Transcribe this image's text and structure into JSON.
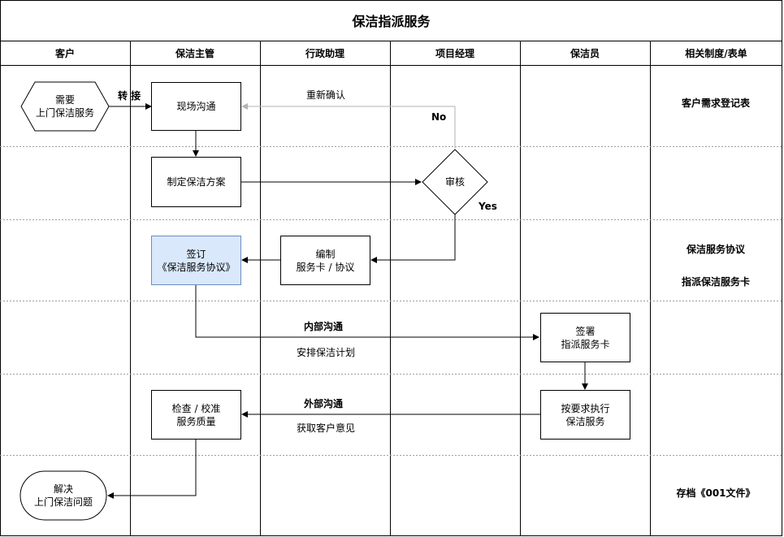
{
  "title": "保洁指派服务",
  "lanes": [
    "客户",
    "保洁主管",
    "行政助理",
    "项目经理",
    "保洁员",
    "相关制度/表单"
  ],
  "nodes": {
    "start": "需要\n上门保洁服务",
    "onsite": "现场沟通",
    "plan": "制定保洁方案",
    "review": "审核",
    "sign_agreement": "签订\n《保洁服务协议》",
    "compile": "编制\n服务卡 / 协议",
    "sign_card": "签署\n指派服务卡",
    "execute": "按要求执行\n保洁服务",
    "inspect": "检查 / 校准\n服务质量",
    "end": "解决\n上门保洁问题"
  },
  "edge_labels": {
    "transfer": "转  接",
    "reconfirm": "重新确认",
    "no": "No",
    "yes": "Yes",
    "internal_comm": "内部沟通",
    "arrange_plan": "安排保洁计划",
    "external_comm": "外部沟通",
    "get_feedback": "获取客户意见"
  },
  "forms": {
    "demand_form": "客户需求登记表",
    "agreement": "保洁服务协议",
    "service_card": "指派保洁服务卡",
    "archive": "存档《001文件》"
  },
  "colors": {
    "line": "#000000",
    "grid": "#9e9e9e",
    "feedback_line": "#b3b3b3",
    "highlight_fill": "#dae8fc",
    "highlight_stroke": "#6c8ebf"
  }
}
